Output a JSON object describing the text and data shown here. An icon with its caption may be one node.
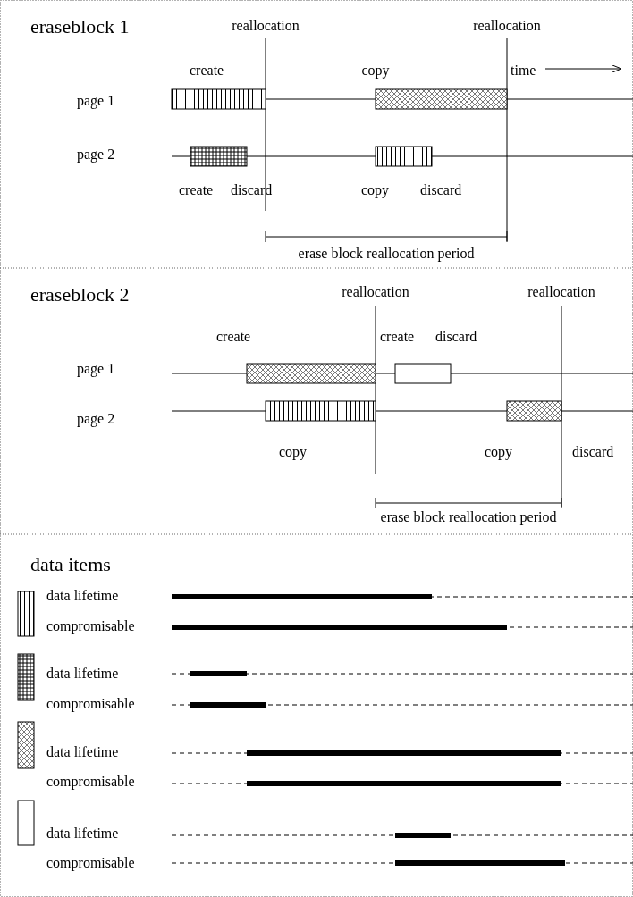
{
  "diagram": {
    "labels": [
      "eraseblock 1",
      "reallocation",
      "reallocation",
      "create",
      "copy",
      "time",
      "page 1",
      "page 2",
      "create",
      "discard",
      "copy",
      "discard",
      "erase block reallocation period",
      "eraseblock 2",
      "reallocation",
      "reallocation",
      "create",
      "create",
      "discard",
      "page 1",
      "page 2",
      "copy",
      "copy",
      "discard",
      "erase block reallocation period",
      "data items",
      "data lifetime",
      "compromisable",
      "data lifetime",
      "compromisable",
      "data lifetime",
      "compromisable",
      "data lifetime",
      "compromisable"
    ]
  }
}
